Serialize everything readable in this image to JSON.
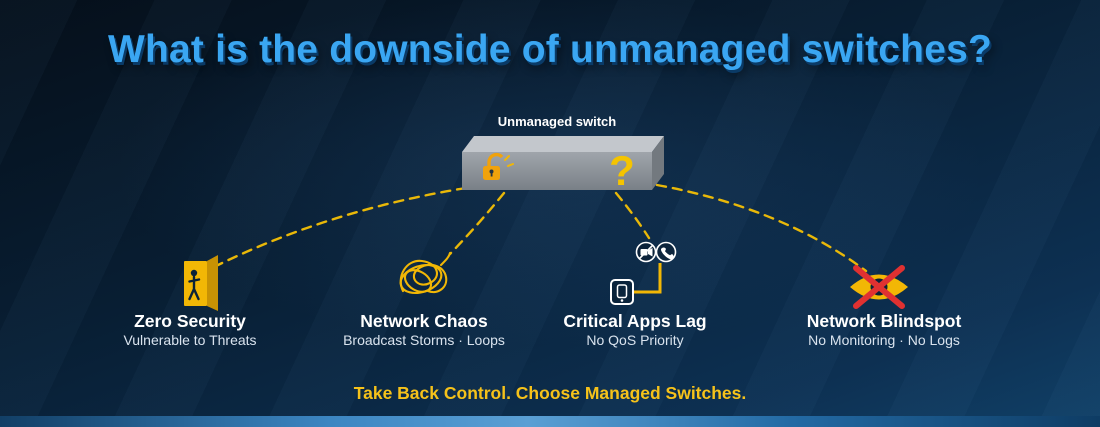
{
  "title": "What is the downside of unmanaged switches?",
  "switch_box": {
    "label": "Unmanaged switch",
    "question_mark": "?",
    "icon": "unlocked-padlock-icon"
  },
  "items": [
    {
      "icon": "open-door-icon",
      "title": "Zero Security",
      "subtitle": "Vulnerable to Threats"
    },
    {
      "icon": "tangled-wires-icon",
      "title": "Network Chaos",
      "subtitle": "Broadcast Storms · Loops"
    },
    {
      "icon": "blocked-apps-icon",
      "title": "Critical Apps Lag",
      "subtitle": "No QoS Priority"
    },
    {
      "icon": "blind-eye-icon",
      "title": "Network Blindspot",
      "subtitle": "No Monitoring · No Logs"
    }
  ],
  "footer": "Take Back Control. Choose Managed Switches.",
  "colors": {
    "accent_yellow": "#f5c400",
    "connector_yellow": "#e9b808",
    "title_blue": "#3aa6f2",
    "alert_red": "#e03131",
    "background_dark": "#081e33",
    "switch_gray": "#9aa0a6"
  }
}
